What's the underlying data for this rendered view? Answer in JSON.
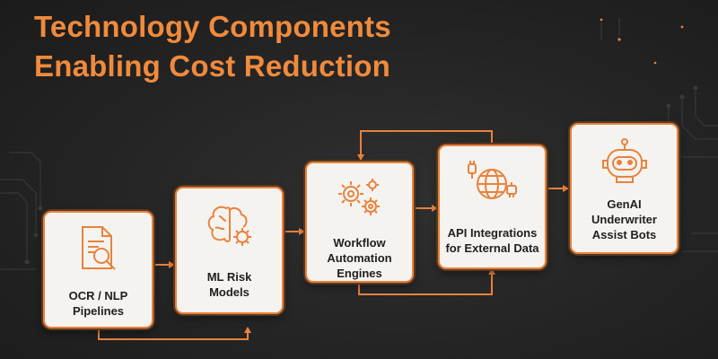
{
  "title": {
    "line1": "Technology Components",
    "line2": "Enabling Cost Reduction"
  },
  "colors": {
    "accent": "#f08a3c",
    "card": "#f5f3ef",
    "background": "#262626",
    "text": "#1f1f1f"
  },
  "steps": [
    {
      "lines": [
        "OCR / NLP",
        "Pipelines"
      ],
      "icon": "document-search-icon"
    },
    {
      "lines": [
        "ML Risk",
        "Models"
      ],
      "icon": "brain-gear-icon"
    },
    {
      "lines": [
        "Workflow",
        "Automation",
        "Engines"
      ],
      "icon": "gears-icon"
    },
    {
      "lines": [
        "API Integrations",
        "for External Data"
      ],
      "icon": "globe-plug-icon"
    },
    {
      "lines": [
        "GenAI",
        "Underwriter",
        "Assist Bots"
      ],
      "icon": "robot-icon"
    }
  ]
}
